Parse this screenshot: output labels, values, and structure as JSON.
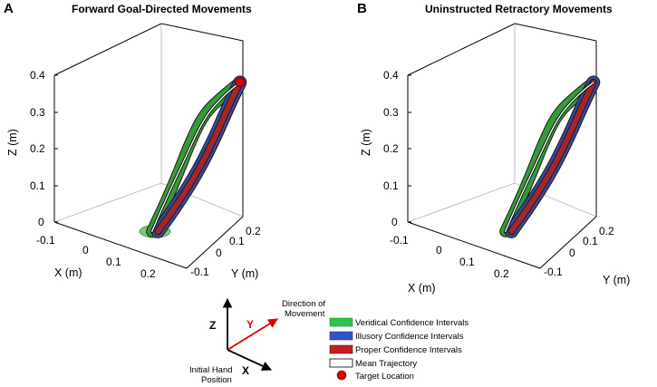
{
  "panels": [
    {
      "label": "A",
      "title": "Forward Goal-Directed Movements",
      "z_label": "Z (m)",
      "x_label": "X (m)",
      "y_label": "Y (m)",
      "z_ticks": [
        "0",
        "0.1",
        "0.2",
        "0.3",
        "0.4"
      ],
      "x_ticks": [
        "-0.1",
        "0",
        "0.1",
        "0.2"
      ],
      "y_ticks": [
        "-0.1",
        "0",
        "0.1",
        "0.2"
      ]
    },
    {
      "label": "B",
      "title": "Uninstructed Retractory Movements",
      "z_label": "Z (m)",
      "x_label": "X (m)",
      "y_label": "Y (m)",
      "z_ticks": [
        "0",
        "0.1",
        "0.2",
        "0.3",
        "0.4"
      ],
      "x_ticks": [
        "-0.1",
        "0",
        "0.1",
        "0.2"
      ],
      "y_ticks": [
        "-0.1",
        "0",
        "0.1",
        "0.2"
      ]
    }
  ],
  "chart_data": [
    {
      "type": "line",
      "title": "Forward Goal-Directed Movements",
      "xlabel": "X (m)",
      "ylabel": "Y (m)",
      "zlabel": "Z (m)",
      "xlim": [
        -0.15,
        0.25
      ],
      "ylim": [
        -0.15,
        0.25
      ],
      "zlim": [
        0,
        0.4
      ],
      "grid": false,
      "series": [
        {
          "name": "Veridical Confidence Intervals",
          "x": [
            0.04,
            0.05,
            0.06,
            0.06,
            0.07,
            0.1,
            0.12
          ],
          "y": [
            -0.02,
            0.01,
            0.05,
            0.1,
            0.14,
            0.18,
            0.21
          ],
          "z": [
            0.0,
            0.06,
            0.14,
            0.22,
            0.29,
            0.34,
            0.37
          ]
        },
        {
          "name": "Illusory Confidence Intervals",
          "x": [
            0.05,
            0.07,
            0.09,
            0.1,
            0.11,
            0.12
          ],
          "y": [
            -0.01,
            0.04,
            0.09,
            0.14,
            0.18,
            0.21
          ],
          "z": [
            0.0,
            0.07,
            0.15,
            0.23,
            0.31,
            0.37
          ]
        },
        {
          "name": "Proper Confidence Intervals",
          "x": [
            0.05,
            0.07,
            0.09,
            0.1,
            0.11,
            0.12
          ],
          "y": [
            -0.01,
            0.04,
            0.09,
            0.14,
            0.18,
            0.21
          ],
          "z": [
            0.0,
            0.07,
            0.15,
            0.23,
            0.31,
            0.37
          ]
        },
        {
          "name": "Mean Trajectory",
          "x": [
            0.04,
            0.05,
            0.06,
            0.07,
            0.1,
            0.12
          ],
          "y": [
            -0.02,
            0.02,
            0.08,
            0.14,
            0.18,
            0.21
          ],
          "z": [
            0.0,
            0.08,
            0.18,
            0.28,
            0.34,
            0.37
          ]
        },
        {
          "name": "Target Location",
          "x": [
            0.12
          ],
          "y": [
            0.21
          ],
          "z": [
            0.37
          ]
        }
      ]
    },
    {
      "type": "line",
      "title": "Uninstructed Retractory Movements",
      "xlabel": "X (m)",
      "ylabel": "Y (m)",
      "zlabel": "Z (m)",
      "xlim": [
        -0.15,
        0.25
      ],
      "ylim": [
        -0.15,
        0.25
      ],
      "zlim": [
        0,
        0.4
      ],
      "grid": false,
      "series": [
        {
          "name": "Veridical Confidence Intervals",
          "x": [
            0.04,
            0.05,
            0.06,
            0.06,
            0.07,
            0.1,
            0.12
          ],
          "y": [
            -0.02,
            0.01,
            0.05,
            0.1,
            0.14,
            0.18,
            0.21
          ],
          "z": [
            0.0,
            0.06,
            0.14,
            0.22,
            0.29,
            0.34,
            0.37
          ]
        },
        {
          "name": "Illusory Confidence Intervals",
          "x": [
            0.05,
            0.07,
            0.09,
            0.1,
            0.11,
            0.12
          ],
          "y": [
            -0.01,
            0.04,
            0.09,
            0.14,
            0.18,
            0.21
          ],
          "z": [
            0.0,
            0.07,
            0.15,
            0.23,
            0.31,
            0.37
          ]
        },
        {
          "name": "Proper Confidence Intervals",
          "x": [
            0.05,
            0.07,
            0.09,
            0.1,
            0.11,
            0.12
          ],
          "y": [
            -0.01,
            0.04,
            0.09,
            0.14,
            0.18,
            0.21
          ],
          "z": [
            0.0,
            0.07,
            0.15,
            0.23,
            0.31,
            0.37
          ]
        },
        {
          "name": "Mean Trajectory",
          "x": [
            0.04,
            0.05,
            0.06,
            0.07,
            0.1,
            0.12
          ],
          "y": [
            -0.02,
            0.02,
            0.08,
            0.14,
            0.18,
            0.21
          ],
          "z": [
            0.0,
            0.08,
            0.18,
            0.28,
            0.34,
            0.37
          ]
        }
      ]
    }
  ],
  "axes_key": {
    "z": "Z",
    "y": "Y",
    "x": "X",
    "direction_line1": "Direction of",
    "direction_line2": "Movement",
    "initial_line1": "Initial Hand",
    "initial_line2": "Position"
  },
  "legend": [
    {
      "label": "Veridical Confidence Intervals",
      "color": "#2fc24a"
    },
    {
      "label": "Illusory Confidence Intervals",
      "color": "#2f55c8"
    },
    {
      "label": "Proper Confidence Intervals",
      "color": "#c02020"
    },
    {
      "label": "Mean Trajectory",
      "color": "#ffffff"
    },
    {
      "label": "Target Location",
      "color": "#e00000"
    }
  ],
  "colors": {
    "veridical": "#3aa83e",
    "illusory": "#3a4fb0",
    "proper": "#b02a2a",
    "mean": "#ffffff",
    "target": "#e00000",
    "key_y_arrow": "#e00000"
  }
}
